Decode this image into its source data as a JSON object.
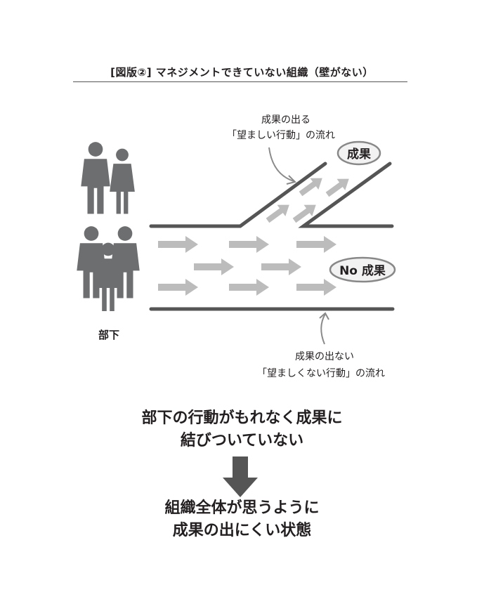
{
  "title": "[図版②] マネジメントできていない組織（壁がない）",
  "callout_top": {
    "line1": "成果の出る",
    "line2": "「望ましい行動」の流れ"
  },
  "callout_bottom": {
    "line1": "成果の出ない",
    "line2": "「望ましくない行動」の流れ"
  },
  "goal_success_label": "成果",
  "goal_fail_label": "No 成果",
  "people_label": "部下",
  "conclusion": {
    "line1": "部下の行動がもれなく成果に",
    "line2": "結びついていない"
  },
  "result": {
    "line1": "組織全体が思うように",
    "line2": "成果の出にくい状態"
  },
  "colors": {
    "wall": "#555555",
    "arrow": "#bcbcbc",
    "person": "#6d6e70",
    "result_arrow": "#555555",
    "ellipse_fill": "#f2f2f2"
  }
}
